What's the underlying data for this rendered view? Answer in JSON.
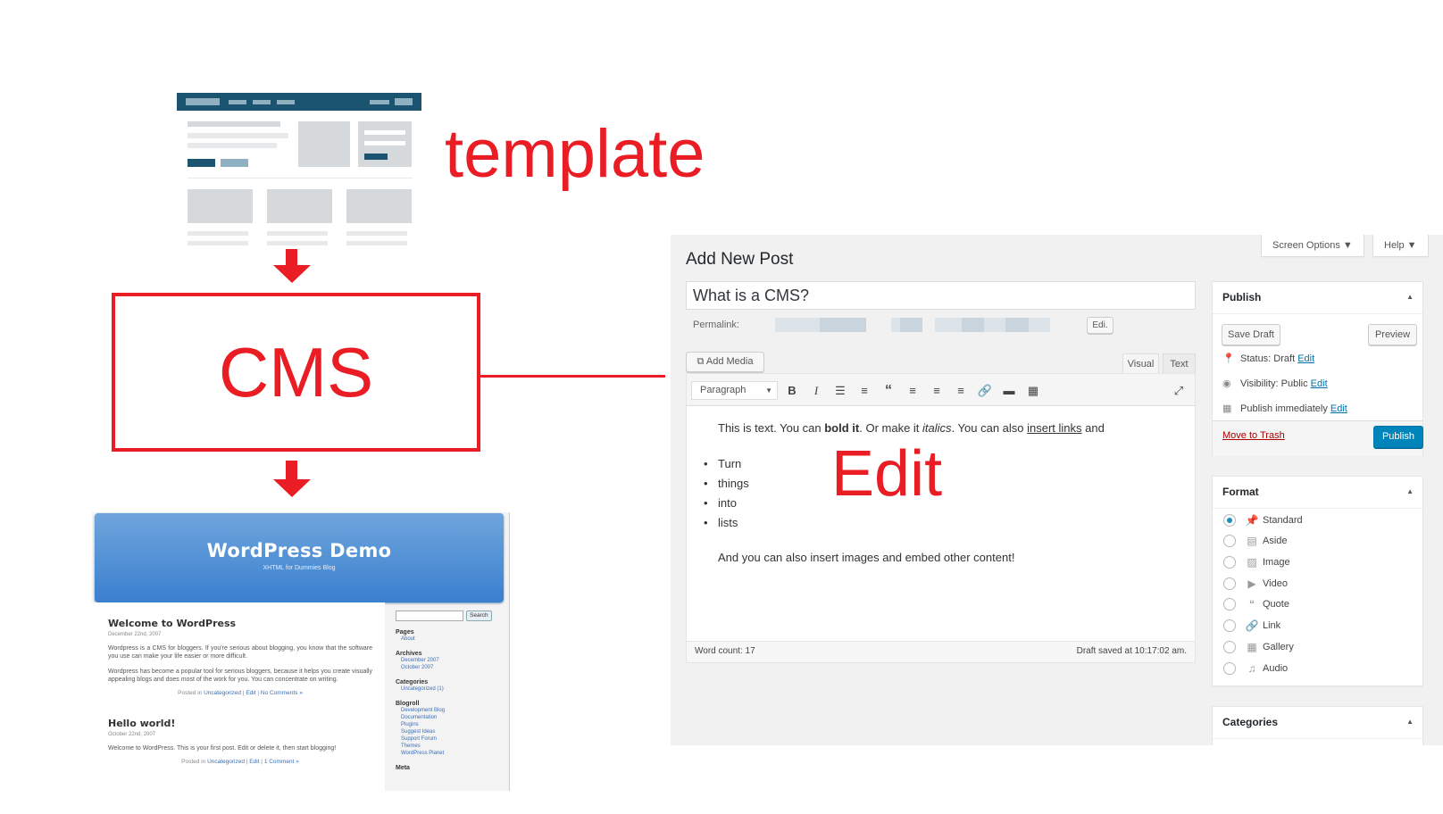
{
  "labels": {
    "template": "template",
    "cms": "CMS",
    "edit": "Edit"
  },
  "colors": {
    "accent_red": "#ea1c24",
    "wp_blue": "#0085ba",
    "wireframe_nav": "#1b5470"
  },
  "wordpress_demo": {
    "title": "WordPress Demo",
    "subtitle": "XHTML for Dummies Blog",
    "posts": [
      {
        "title": "Welcome to WordPress",
        "date": "December 22nd, 2007",
        "paragraphs": [
          "Wordpress is a CMS for bloggers. If you're serious about blogging, you know that the software you use can make your life easier or more difficult.",
          "Wordpress has become a popular tool for serious bloggers, because it helps you create visually appealing blogs and does most of the work for you. You can concentrate on writing."
        ],
        "meta_prefix": "Posted in",
        "meta_category": "Uncategorized",
        "meta_edit": "Edit",
        "meta_comments": "No Comments »"
      },
      {
        "title": "Hello world!",
        "date": "October 22nd, 2007",
        "paragraphs": [
          "Welcome to WordPress. This is your first post. Edit or delete it, then start blogging!"
        ],
        "meta_prefix": "Posted in",
        "meta_category": "Uncategorized",
        "meta_edit": "Edit",
        "meta_comments": "1 Comment »"
      }
    ],
    "sidebar": {
      "search_button": "Search",
      "sections": [
        {
          "heading": "Pages",
          "links": [
            "About"
          ]
        },
        {
          "heading": "Archives",
          "links": [
            "December 2007",
            "October 2007"
          ]
        },
        {
          "heading": "Categories",
          "links": [
            "Uncategorized (1)"
          ]
        },
        {
          "heading": "Blogroll",
          "links": [
            "Development Blog",
            "Documentation",
            "Plugins",
            "Suggest Ideas",
            "Support Forum",
            "Themes",
            "WordPress Planet"
          ]
        },
        {
          "heading": "Meta",
          "links": []
        }
      ]
    }
  },
  "admin": {
    "page_title": "Add New Post",
    "screen_options": "Screen Options ▼",
    "help": "Help ▼",
    "post_title_value": "What is a CMS?",
    "permalink_label": "Permalink:",
    "permalink_edit": "Edi.",
    "add_media": "Add Media",
    "tab_visual": "Visual",
    "tab_text": "Text",
    "format_select": "Paragraph",
    "content": {
      "p1_a": "This is text. You can ",
      "p1_bold": "bold it",
      "p1_b": ". Or make it ",
      "p1_italic": "italics",
      "p1_c": ". You can also ",
      "p1_link": "insert links",
      "p1_d": " and",
      "list": [
        "Turn",
        "things",
        "into",
        "lists"
      ],
      "p2": "And you can also insert images and embed other content!"
    },
    "word_count": "Word count: 17",
    "draft_saved": "Draft saved at 10:17:02 am.",
    "publish_box": {
      "heading": "Publish",
      "save_draft": "Save Draft",
      "preview": "Preview",
      "status_label": "Status: Draft",
      "visibility_label": "Visibility: Public",
      "schedule_label": "Publish immediately",
      "edit_link": "Edit",
      "move_to_trash": "Move to Trash",
      "publish_button": "Publish"
    },
    "format_box": {
      "heading": "Format",
      "options": [
        {
          "label": "Standard",
          "icon": "pin-icon",
          "selected": true
        },
        {
          "label": "Aside",
          "icon": "aside-icon",
          "selected": false
        },
        {
          "label": "Image",
          "icon": "image-icon",
          "selected": false
        },
        {
          "label": "Video",
          "icon": "video-icon",
          "selected": false
        },
        {
          "label": "Quote",
          "icon": "quote-icon",
          "selected": false
        },
        {
          "label": "Link",
          "icon": "link-icon",
          "selected": false
        },
        {
          "label": "Gallery",
          "icon": "gallery-icon",
          "selected": false
        },
        {
          "label": "Audio",
          "icon": "audio-icon",
          "selected": false
        }
      ]
    },
    "categories_box": {
      "heading": "Categories"
    }
  }
}
